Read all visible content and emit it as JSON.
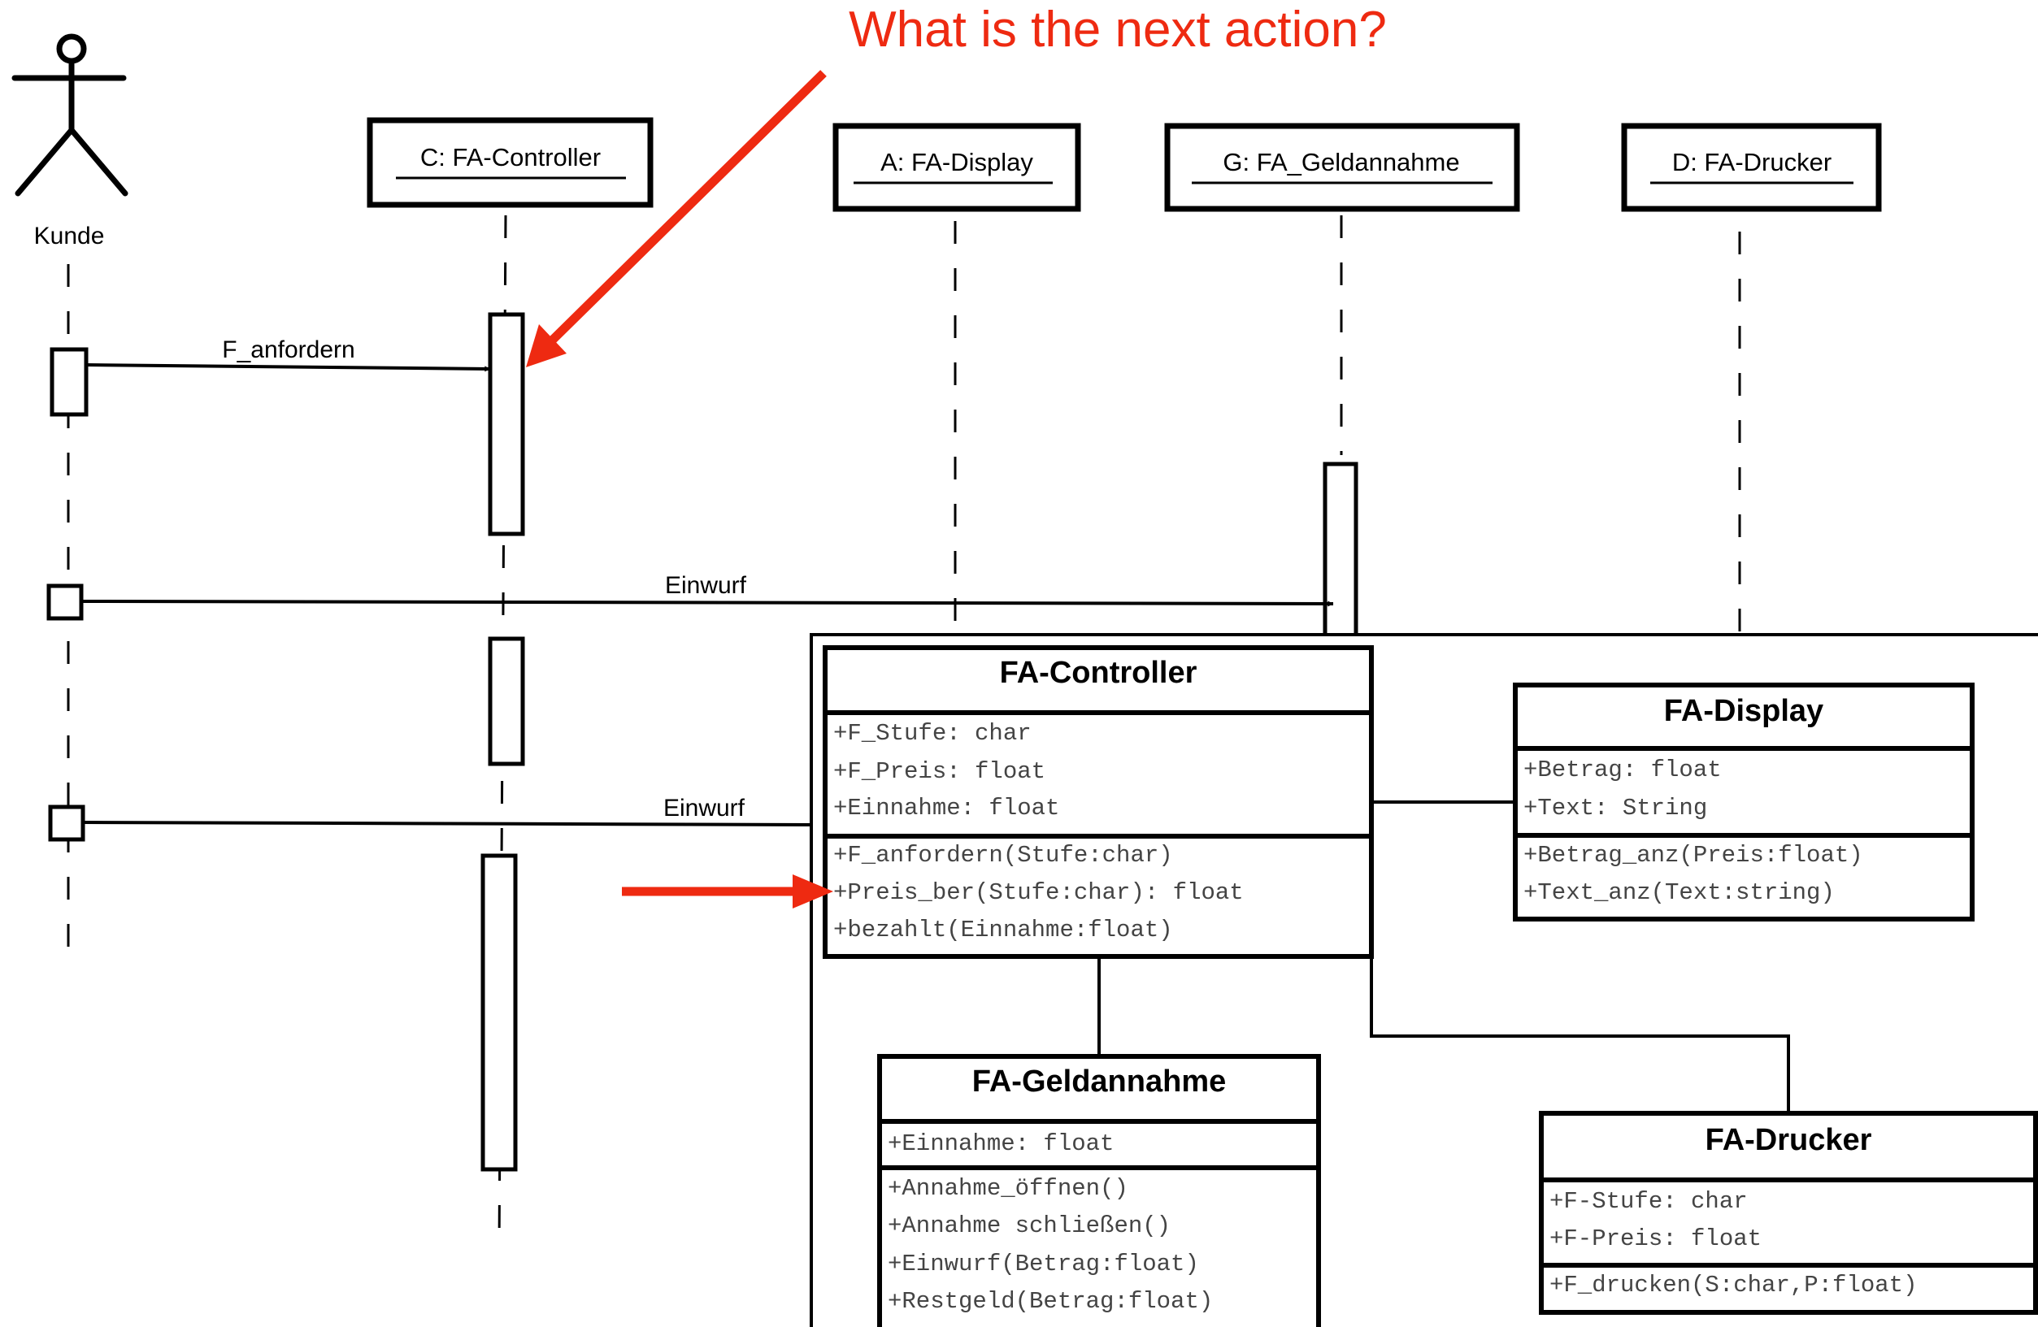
{
  "question": "What is the next action?",
  "colors": {
    "highlight": "#ee2a11",
    "ink": "#000000",
    "background": "#ffffff"
  },
  "sequence": {
    "actor": {
      "name": "Kunde",
      "icon": "stick-figure-icon"
    },
    "lifelines": [
      {
        "label": "C: FA-Controller"
      },
      {
        "label": "A: FA-Display"
      },
      {
        "label": "G: FA_Geldannahme"
      },
      {
        "label": "D: FA-Drucker"
      }
    ],
    "messages": [
      {
        "label": "F_anfordern"
      },
      {
        "label": "Einwurf"
      },
      {
        "label": "Einwurf"
      }
    ]
  },
  "class_diagram": {
    "classes": [
      {
        "name": "FA-Controller",
        "attributes": [
          "+F_Stufe: char",
          "+F_Preis: float",
          "+Einnahme: float"
        ],
        "operations": [
          "+F_anfordern(Stufe:char)",
          "+Preis_ber(Stufe:char): float",
          "+bezahlt(Einnahme:float)"
        ]
      },
      {
        "name": "FA-Display",
        "attributes": [
          "+Betrag: float",
          "+Text: String"
        ],
        "operations": [
          "+Betrag_anz(Preis:float)",
          "+Text_anz(Text:string)"
        ]
      },
      {
        "name": "FA-Geldannahme",
        "attributes": [
          "+Einnahme: float"
        ],
        "operations": [
          "+Annahme_öffnen()",
          "+Annahme schließen()",
          "+Einwurf(Betrag:float)",
          "+Restgeld(Betrag:float)"
        ]
      },
      {
        "name": "FA-Drucker",
        "attributes": [
          "+F-Stufe: char",
          "+F-Preis: float"
        ],
        "operations": [
          "+F_drucken(S:char,P:float)"
        ]
      }
    ]
  }
}
